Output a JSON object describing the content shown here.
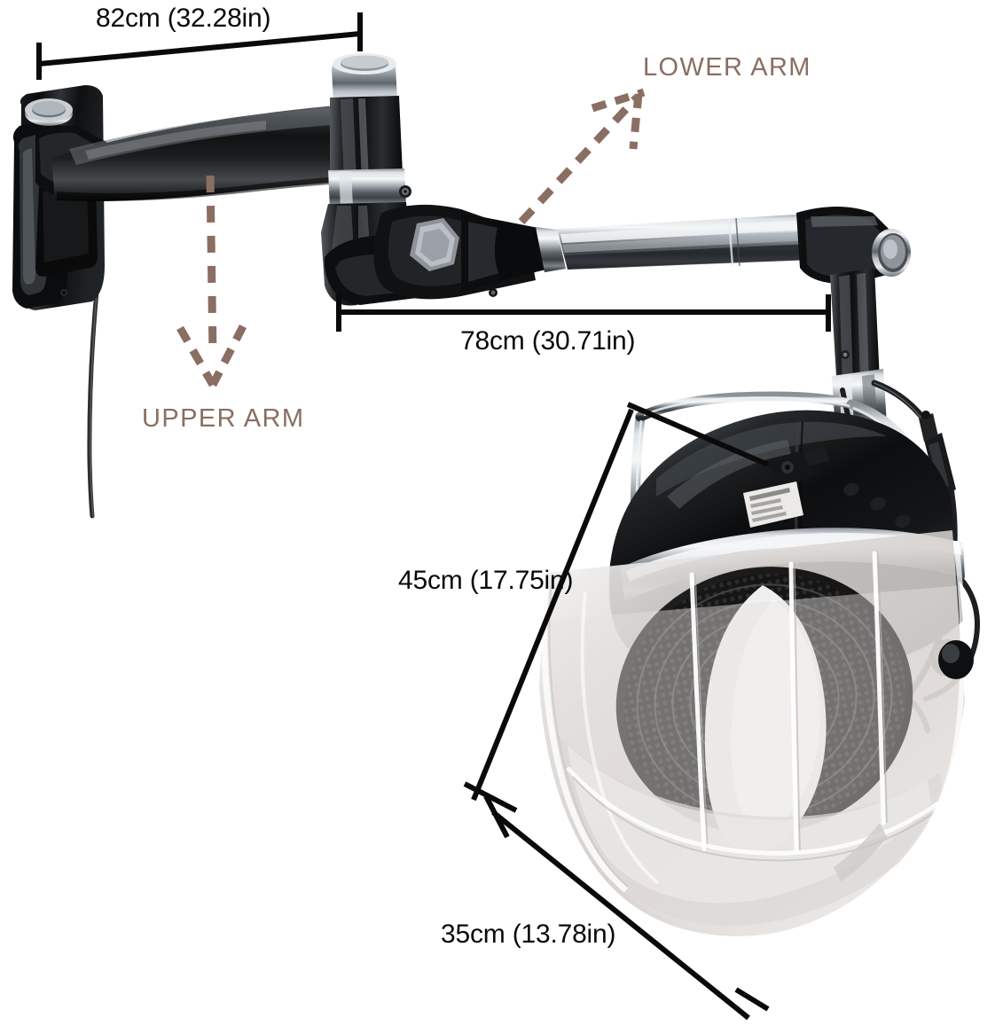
{
  "product": {
    "name": "wall-mounted-salon-hood-hair-dryer",
    "description": "Wall mount swing arm salon hooded hair dryer with dimension callouts"
  },
  "dimensions": {
    "upper_arm_length": "82cm (32.28in)",
    "lower_arm_length": "78cm (30.71in)",
    "hood_height": "45cm (17.75in)",
    "hood_width": "35cm (13.78in)"
  },
  "annotations": {
    "lower_arm_label": "LOWER ARM",
    "upper_arm_label": "UPPER ARM"
  },
  "colors": {
    "annotation_brown": "#8a6e62",
    "dimension_black": "#0a0a0a",
    "body_black": "#171717",
    "chrome_light": "#e6e8ea",
    "chrome_mid": "#9aa0a6",
    "chrome_dark": "#3b4044",
    "bowl_clear": "#d9d6d3",
    "background": "#ffffff"
  },
  "parts": {
    "wall_bracket": "wall-mount-bracket",
    "upper_arm": "upper-arm-tube",
    "elbow": "elbow-joint",
    "lower_arm": "lower-arm-telescoping-tube",
    "drop_post": "vertical-drop-post",
    "hood_shell": "black-hood-shell",
    "hood_bowl": "clear-hood-bowl",
    "rating_label": "rating-label-sticker",
    "power_cord": "power-cord",
    "yoke": "chrome-yoke"
  }
}
